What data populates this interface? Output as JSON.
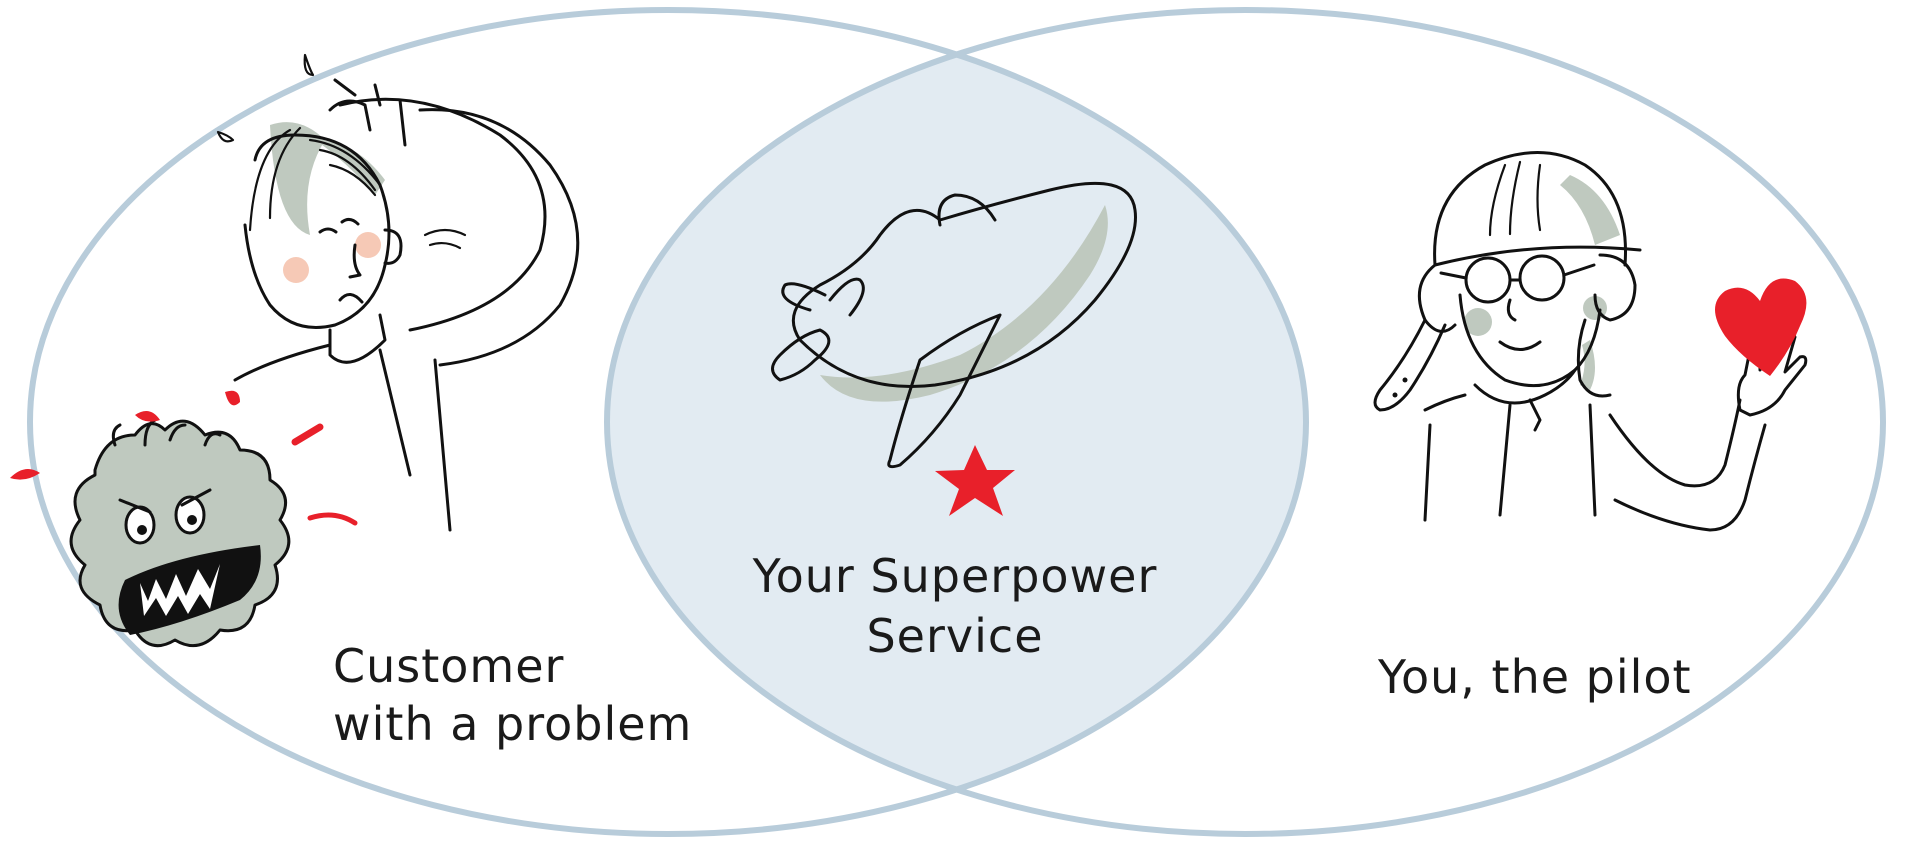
{
  "colors": {
    "ellipse_stroke": "#b8ccda",
    "overlap_fill": "#e2ebf2",
    "accent_red": "#e8202a",
    "shade_green": "#bfc9bf",
    "cheek_pink": "#f6c9b6"
  },
  "labels": {
    "left": [
      "Customer",
      "with a problem"
    ],
    "center": [
      "Your Superpower",
      "Service"
    ],
    "right": [
      "You, the pilot"
    ]
  },
  "icons": {
    "left": "worried-customer-icon",
    "germ": "angry-germ-icon",
    "center": "airplane-icon",
    "star": "star-icon",
    "right": "pilot-icon",
    "heart": "heart-icon"
  }
}
